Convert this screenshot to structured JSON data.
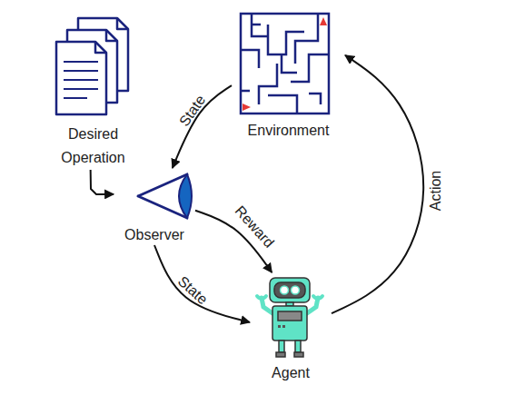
{
  "diagram": {
    "nodes": [
      {
        "text": [
          "Desired Operation"
        ]
      },
      {
        "text": [
          "Environment"
        ]
      },
      {
        "text": [
          "Observer"
        ]
      },
      {
        "text": [
          "Agent"
        ]
      }
    ],
    "edges": [
      {
        "from": 1,
        "to": 2,
        "label": "State",
        "arrow": "to"
      },
      {
        "from": 0,
        "to": 2,
        "arrow": "to"
      },
      {
        "from": 2,
        "to": 3,
        "label": "Reward",
        "arrow": "to"
      },
      {
        "from": 2,
        "to": 3,
        "label": "State",
        "arrow": "to"
      },
      {
        "from": 3,
        "to": 1,
        "label": "Action",
        "arrow": "to"
      }
    ]
  }
}
